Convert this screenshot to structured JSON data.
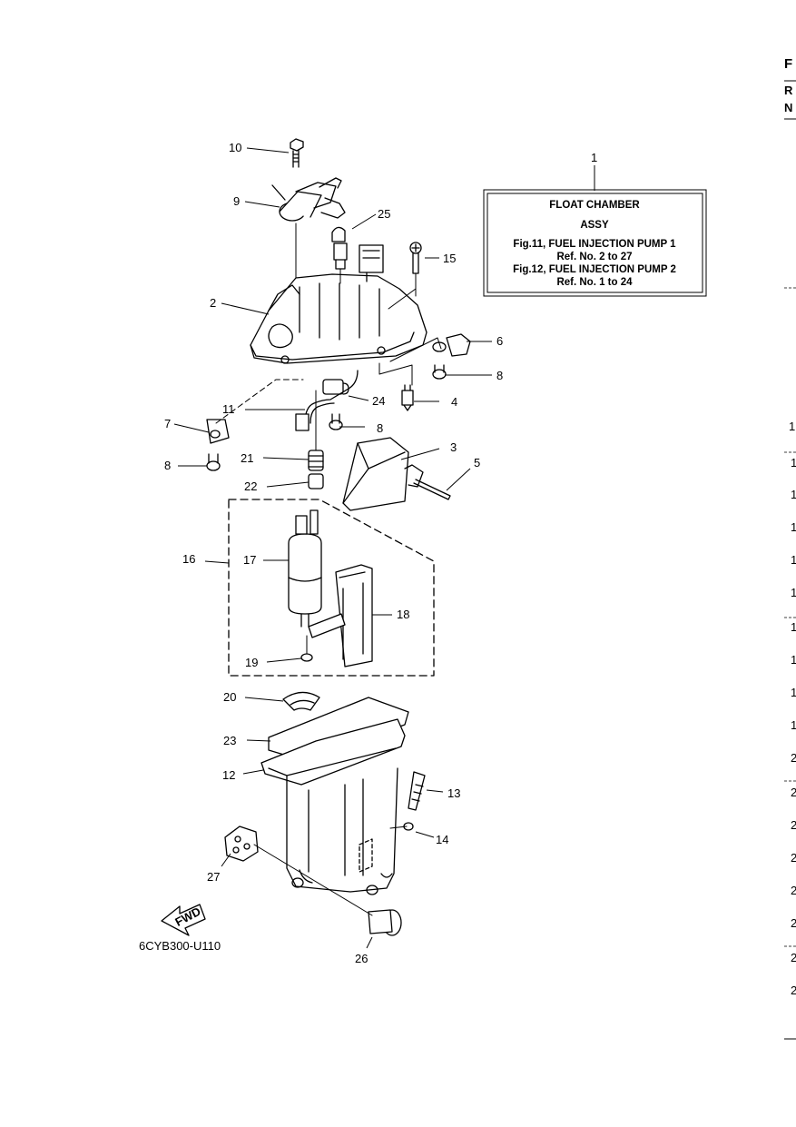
{
  "callout_box": {
    "number": "1",
    "line1": "FLOAT CHAMBER",
    "line2": "ASSY",
    "line3": "Fig.11, FUEL INJECTION PUMP 1",
    "line4": "Ref. No. 2 to 27",
    "line5": "Fig.12, FUEL INJECTION PUMP 2",
    "line6": "Ref. No. 1 to 24"
  },
  "part_labels": {
    "p2": "2",
    "p3": "3",
    "p4": "4",
    "p5": "5",
    "p6": "6",
    "p7": "7",
    "p8a": "8",
    "p8b": "8",
    "p8c": "8",
    "p9": "9",
    "p10": "10",
    "p11": "11",
    "p12": "12",
    "p13": "13",
    "p14": "14",
    "p15": "15",
    "p16": "16",
    "p17": "17",
    "p18": "18",
    "p19": "19",
    "p20": "20",
    "p21": "21",
    "p22": "22",
    "p23": "23",
    "p24": "24",
    "p25": "25",
    "p26": "26",
    "p27": "27"
  },
  "fwd_label": "FWD",
  "drawing_code": "6CYB300-U110",
  "right_edge": {
    "header": [
      "F",
      "R",
      "N"
    ],
    "numbers": [
      "1",
      "1",
      "1",
      "1",
      "1",
      "1",
      "1",
      "1",
      "1",
      "1",
      "2",
      "2",
      "2",
      "2",
      "2",
      "2",
      "2",
      "2"
    ]
  }
}
